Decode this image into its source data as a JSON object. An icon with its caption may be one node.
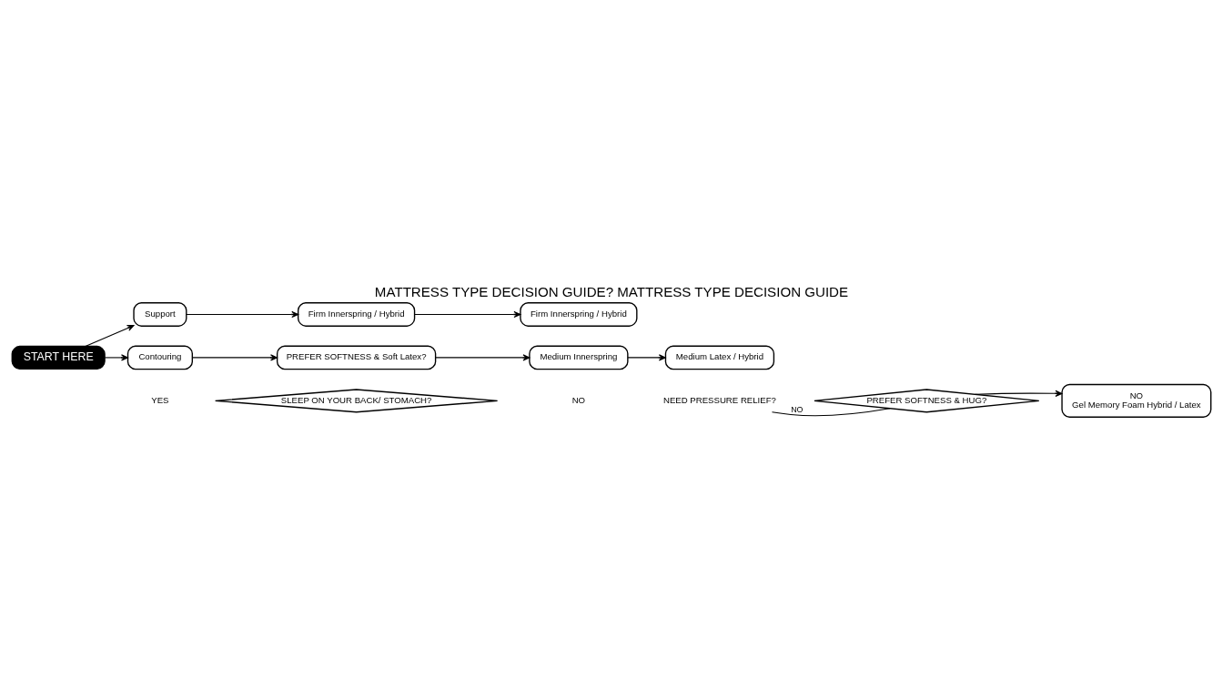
{
  "diagram": {
    "title": "MATTRESS TYPE DECISION GUIDE? MATTRESS TYPE DECISION GUIDE",
    "nodes": [
      {
        "text": [
          "START HERE"
        ]
      },
      {
        "text": [
          "Support"
        ]
      },
      {
        "text": [
          "Firm Innerspring / Hybrid"
        ]
      },
      {
        "text": [
          "Firm Innerspring / Hybrid"
        ]
      },
      {
        "text": [
          "SLEEP ON YOUR BACK/ STOMACH?"
        ]
      },
      {
        "text": [
          "NEED PRESSURE RELIEF?"
        ]
      },
      {
        "text": [
          "PREFER SOFTNESS & HUG?"
        ]
      },
      {
        "text": [
          "NO",
          "Gel Memory Foam Hybrid / Latex"
        ]
      },
      {
        "text": [
          "Contouring"
        ]
      },
      {
        "text": [
          "PREFER SOFTNESS & Soft Latex?"
        ]
      },
      {
        "text": [
          "Medium Innerspring"
        ]
      },
      {
        "text": [
          "Medium Latex / Hybrid"
        ]
      }
    ],
    "edges": [
      {
        "from": 0,
        "to": 1,
        "arrow": "to"
      },
      {
        "from": 0,
        "to": 8,
        "arrow": "to"
      },
      {
        "from": 1,
        "to": 2,
        "arrow": "to"
      },
      {
        "from": 2,
        "to": 3,
        "arrow": "to"
      },
      {
        "from": 5,
        "to": 6,
        "arrow": "none",
        "label": "NO"
      },
      {
        "from": 6,
        "to": 7,
        "arrow": "to"
      },
      {
        "from": 8,
        "to": 9,
        "arrow": "to"
      },
      {
        "from": 9,
        "to": 10,
        "arrow": "to"
      },
      {
        "from": 10,
        "to": 11,
        "arrow": "to"
      }
    ],
    "labels": [
      "YES",
      "NO"
    ]
  }
}
